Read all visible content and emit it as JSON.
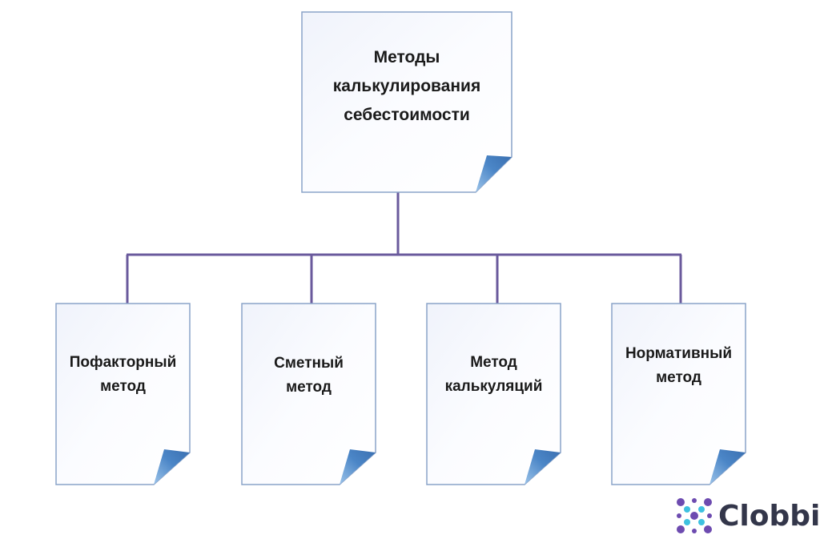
{
  "root": {
    "lines": [
      "Методы",
      "калькулирования",
      "себестоимости"
    ]
  },
  "children": [
    {
      "lines": [
        "Пофакторный",
        "метод"
      ]
    },
    {
      "lines": [
        "Сметный",
        "метод"
      ]
    },
    {
      "lines": [
        "Метод",
        "калькуляций"
      ]
    },
    {
      "lines": [
        "Нормативный",
        "метод"
      ]
    }
  ],
  "watermark": {
    "text": "Clobbi"
  },
  "colors": {
    "card_border": "#8aa3c8",
    "card_fill": "#f5f7fc",
    "fold": "#4f86c6",
    "connector": "#6a5a9c",
    "logo_dots": "#6d4bb0",
    "logo_dots_alt": "#3ec1e0",
    "logo_text": "#33364a"
  }
}
